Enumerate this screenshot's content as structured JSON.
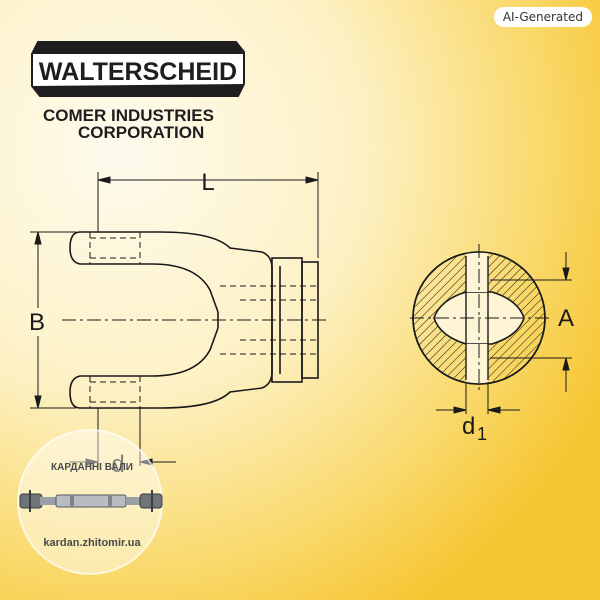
{
  "badge": "AI-Generated",
  "brand": {
    "name": "WALTERSCHEID",
    "line1": "COMER INDUSTRIES",
    "line2": "CORPORATION",
    "color": "#1e1e1e"
  },
  "dimensions": {
    "L": "L",
    "B": "B",
    "d": "d",
    "A": "A",
    "d1_main": "d",
    "d1_sub": "1"
  },
  "watermark": {
    "title": "КАРДАННІ ВАЛИ",
    "url": "kardan.zhitomir.ua"
  },
  "colors": {
    "bg_light": "#fdf8e8",
    "bg_warm": "#f7cf4a",
    "line": "#1a1a1a",
    "hatch": "#1a1a1a"
  },
  "icons": [
    "drive-shaft-icon",
    "yoke-drawing",
    "cross-section-drawing"
  ]
}
